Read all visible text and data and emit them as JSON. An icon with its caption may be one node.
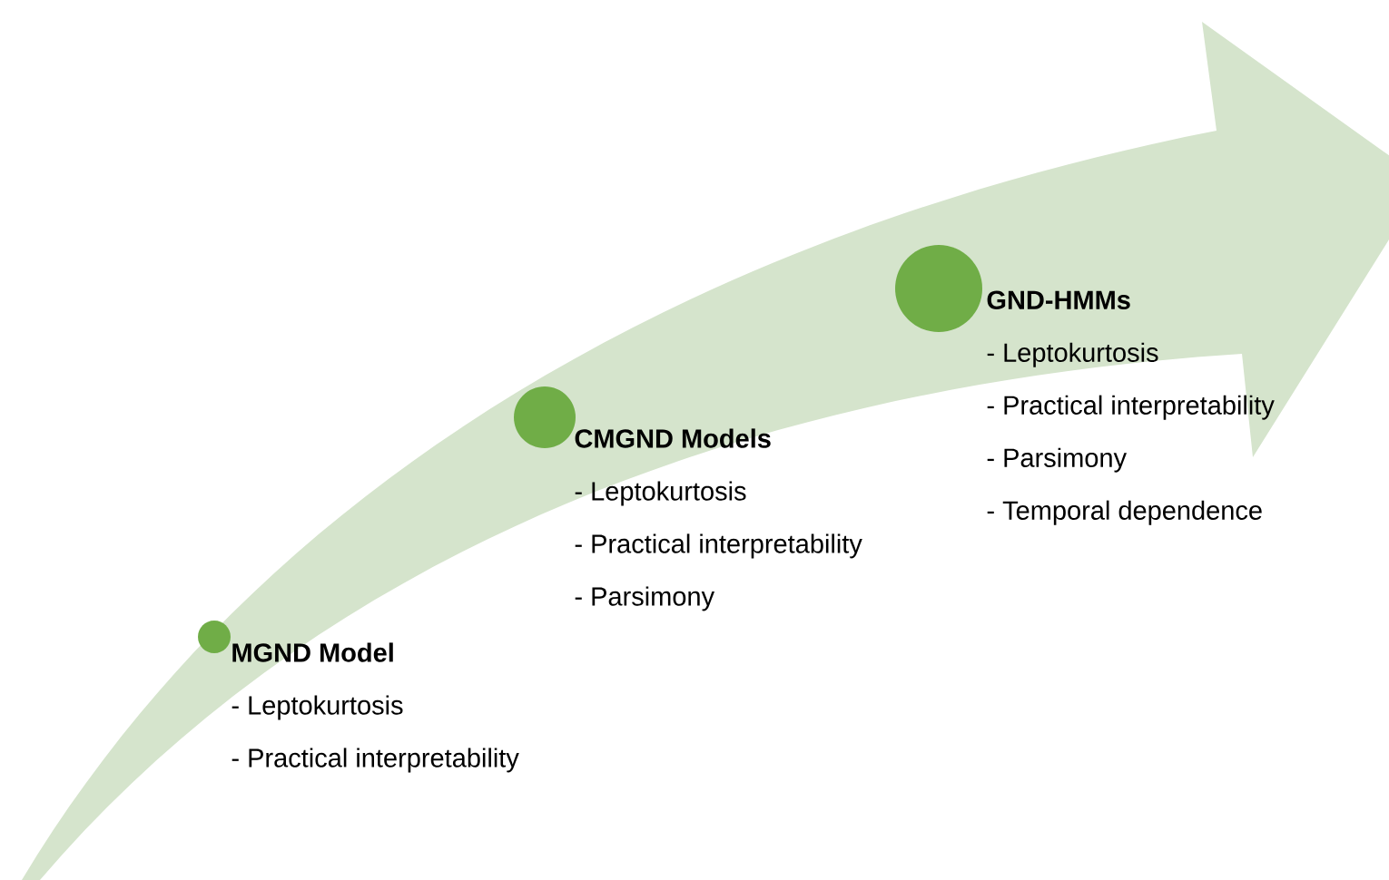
{
  "diagram": {
    "nodes": [
      {
        "text": [
          "MGND Model",
          "- Leptokurtosis",
          "- Practical interpretability"
        ]
      },
      {
        "text": [
          "CMGND Models",
          "- Leptokurtosis",
          "- Practical interpretability",
          "- Parsimony"
        ]
      },
      {
        "text": [
          "GND-HMMs",
          "- Leptokurtosis",
          "- Practical interpretability",
          "- Parsimony",
          "- Temporal dependence"
        ]
      }
    ]
  }
}
